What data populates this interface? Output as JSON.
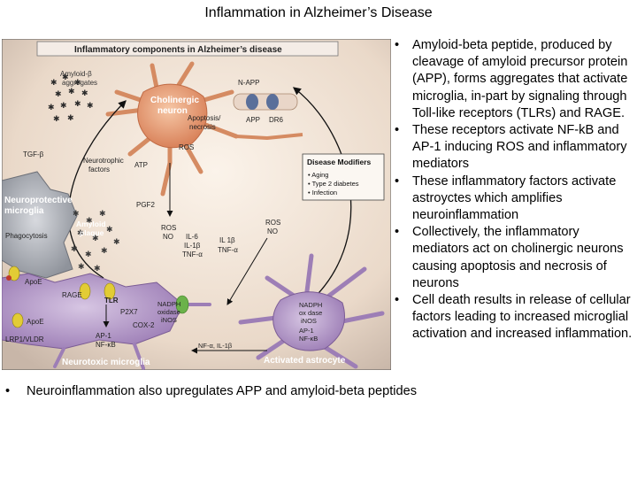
{
  "title": "Inflammation in Alzheimer’s Disease",
  "figure": {
    "header": "Inflammatory components in Alzheimer’s disease",
    "labels": {
      "amyloid_aggregates_1": "Amyloid-β",
      "amyloid_aggregates_2": "aggregates",
      "cholinergic_1": "Cholinergic",
      "cholinergic_2": "neuron",
      "napp": "N-APP",
      "app": "APP",
      "dr6": "DR6",
      "apoptosis_1": "Apoptosis/",
      "apoptosis_2": "necrosis",
      "ros_neuron": "ROS",
      "tgf": "TGF-β",
      "neurotrophic_1": "Neurotrophic",
      "neurotrophic_2": "factors",
      "atp": "ATP",
      "pgf2": "PGF2",
      "neuroprotective_1": "Neuroprotective",
      "neuroprotective_2": "microglia",
      "phagocytosis": "Phagocytosis",
      "amyloid_plaque_1": "Amyloid",
      "amyloid_plaque_2": "plaque",
      "ros_no_left_1": "ROS",
      "ros_no_left_2": "NO",
      "il6_left": "IL-6",
      "il1_left": "IL-1β",
      "tnf_left": "TNF-α",
      "il1_mid": "IL 1β",
      "tnf_mid": "TNF-α",
      "ros_no_right_1": "ROS",
      "ros_no_right_2": "NO",
      "apoe1": "ApoE",
      "rage": "RAGE",
      "tlr": "TLR",
      "p2x7": "P2X7",
      "nadph_left_1": "NADPH",
      "nadph_left_2": "oxidase",
      "inos_left": "iNOS",
      "cox2": "COX-2",
      "apoe2": "ApoE",
      "lrp1": "LRP1/VLDR",
      "ap1_left_1": "AP-1",
      "ap1_left_2": "NF-κB",
      "nadph_right_1": "NADPH",
      "nadph_right_2": "ox dase",
      "inos_right": "iNOS",
      "ap1_right_1": "AP-1",
      "ap1_right_2": "NF-κB",
      "nf_bottom": "NF-α, IL-1β",
      "neurotoxic": "Neurotoxic microglia",
      "activated_astrocyte": "Activated astrocyte"
    },
    "modifiers": {
      "title": "Disease Modifiers",
      "items": [
        "Aging",
        "Type 2 diabetes",
        "Infection"
      ]
    }
  },
  "bullets": [
    "Amyloid-beta peptide, produced by cleavage of amyloid precursor protein (APP), forms aggregates that activate microglia, in-part by signaling through Toll-like receptors (TLRs) and RAGE.",
    "These receptors activate NF-kB and AP-1 inducing ROS and inflammatory mediators",
    "These inflammatory factors activate astroyctes which amplifies neuroinflammation",
    "Collectively, the inflammatory mediators act on cholinergic neurons causing apoptosis and necrosis of neurons",
    "Cell death results in release of cellular factors leading to increased microglial activation and increased inflammation."
  ],
  "bottom_bullet": "Neuroinflammation also upregulates APP and amyloid-beta peptides"
}
